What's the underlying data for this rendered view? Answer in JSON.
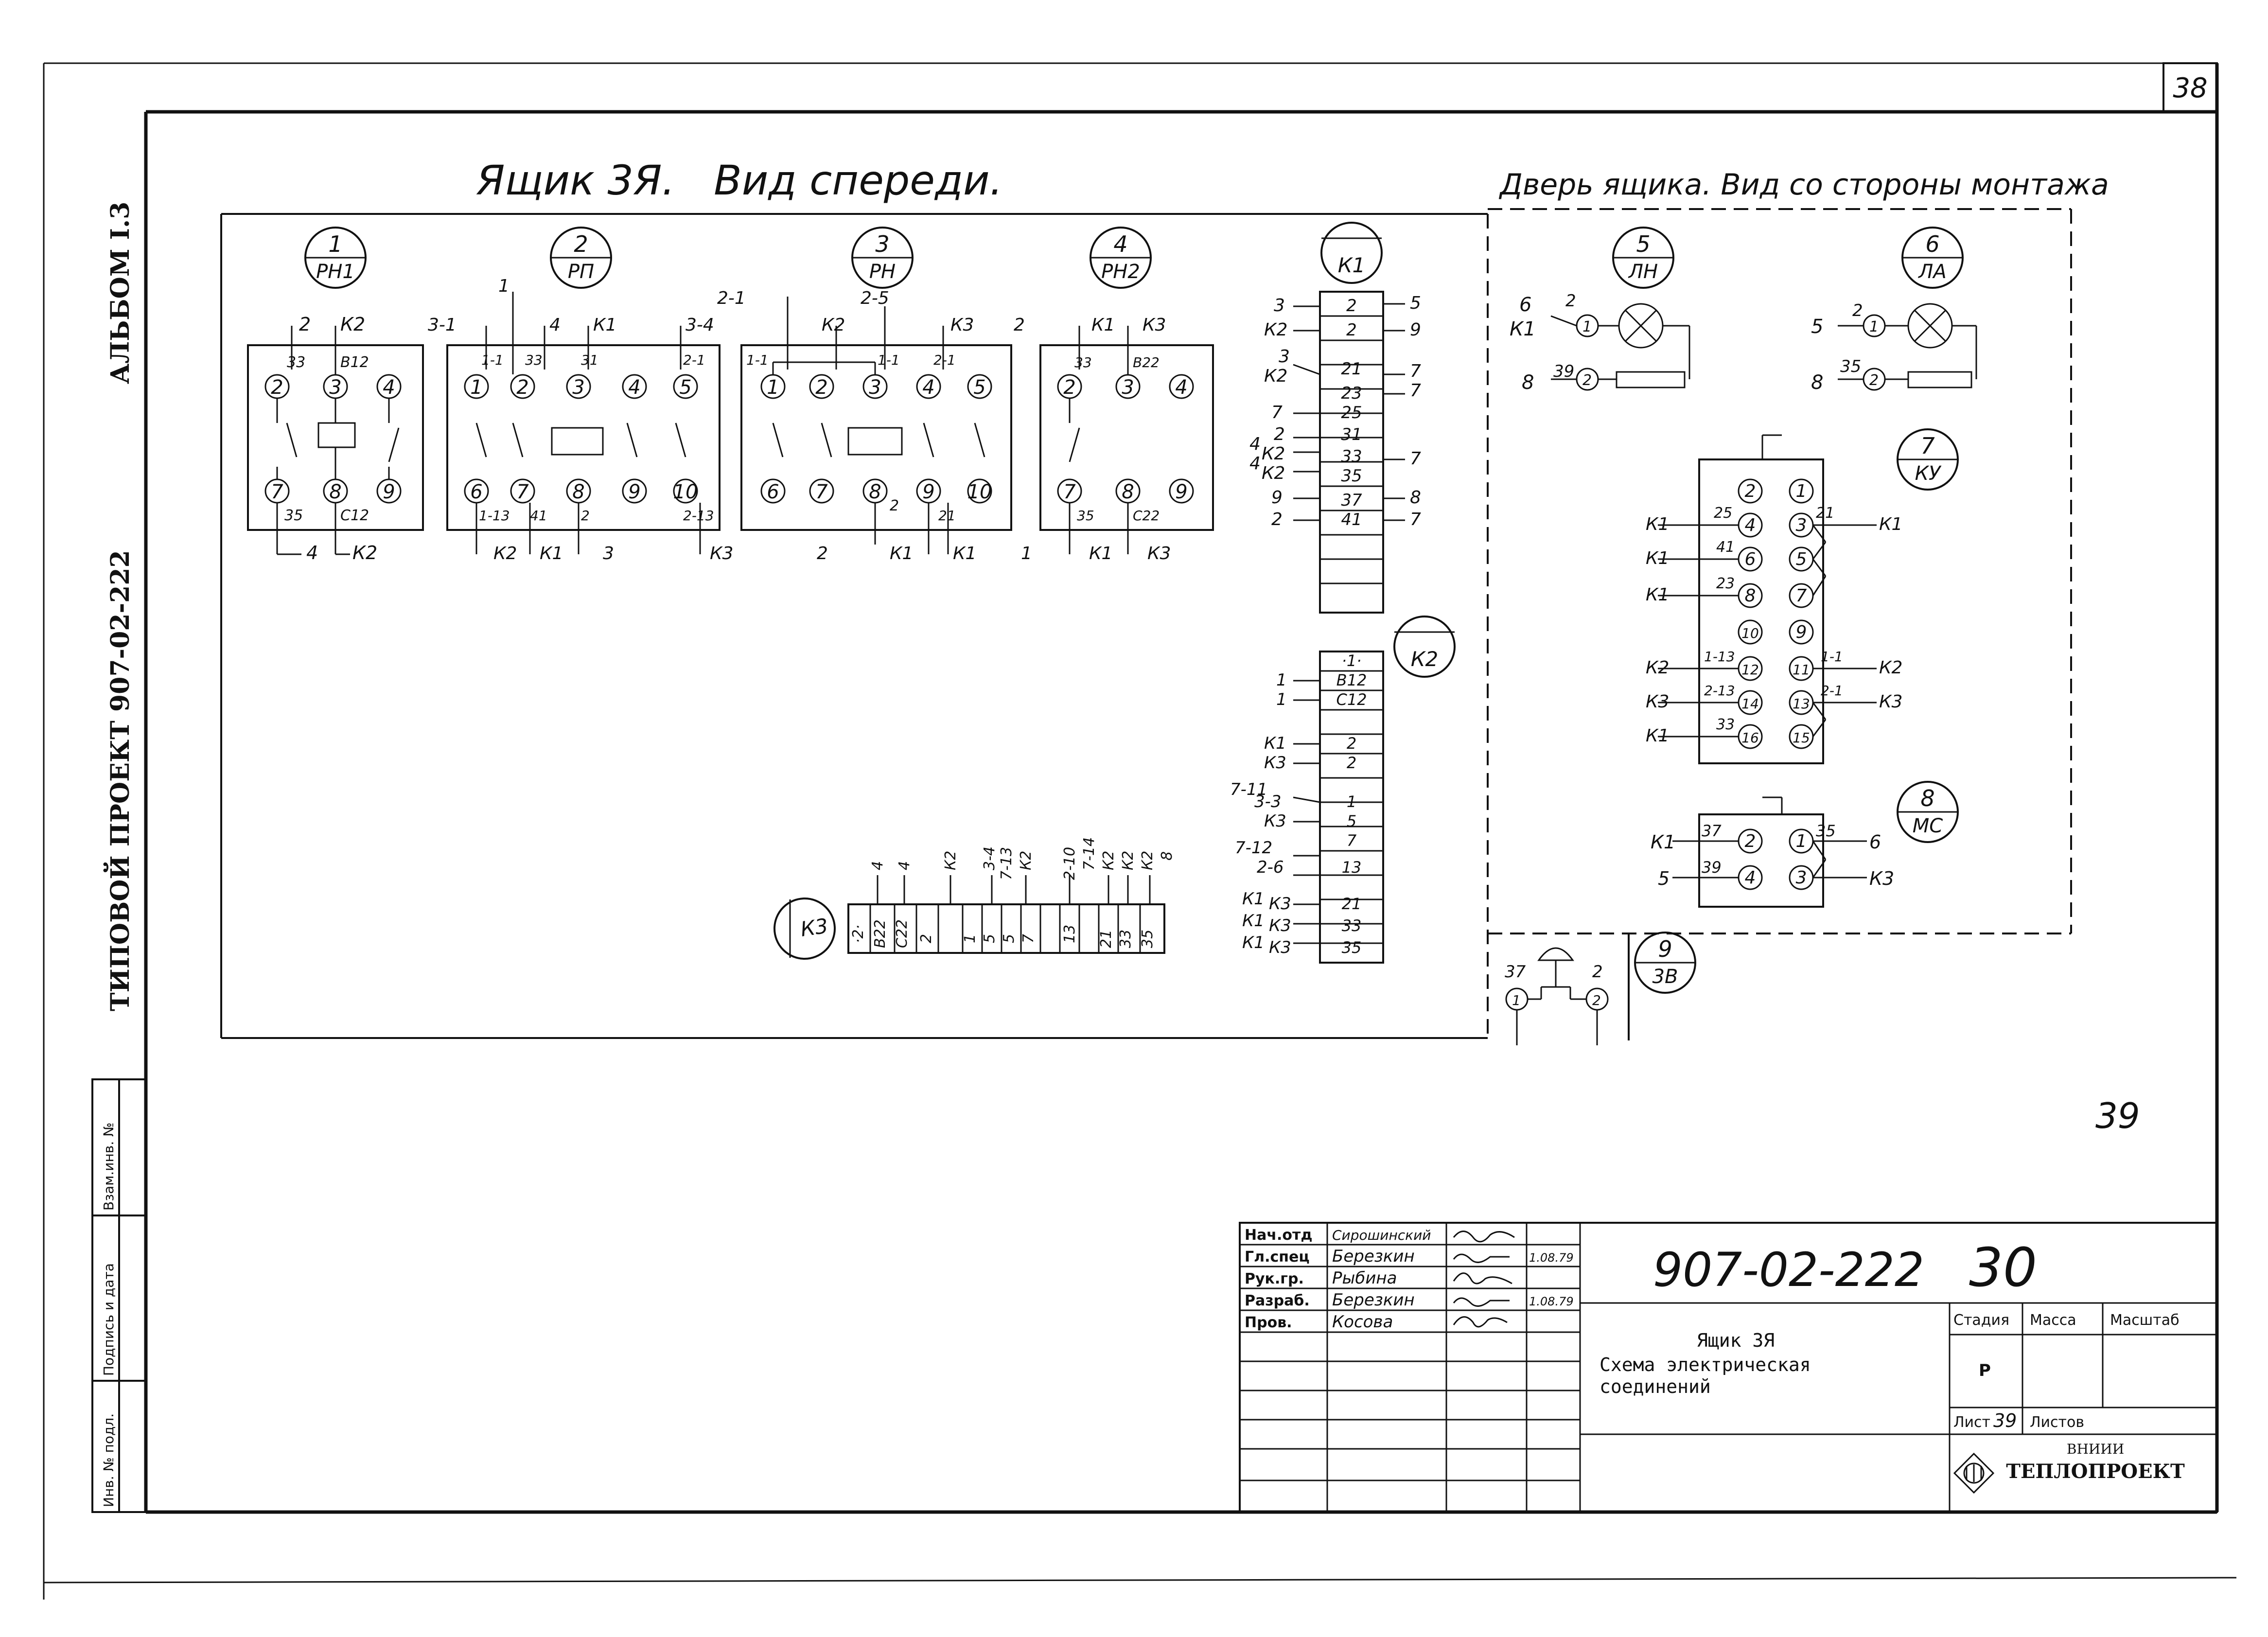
{
  "sheet": {
    "corner_number": "38",
    "page_number_handwritten": "39"
  },
  "side_strip": {
    "album": "АЛЬБОМ I.3",
    "project": "ТИПОВОЙ ПРОЕКТ 907-02-222",
    "stamp_cells": [
      "Инв. № подл.",
      "Подпись и дата",
      "Взам.инв. №"
    ]
  },
  "headings": {
    "front_view": "Ящик 3Я.   Вид спереди.",
    "door_view": "Дверь ящика. Вид со стороны монтажа"
  },
  "devices": {
    "d1": {
      "num": "1",
      "code": "РН1"
    },
    "d2": {
      "num": "2",
      "code": "РП"
    },
    "d3": {
      "num": "3",
      "code": "РН"
    },
    "d4": {
      "num": "4",
      "code": "РН2"
    },
    "k1": {
      "code": "К1"
    },
    "k2": {
      "code": "К2"
    },
    "k3": {
      "code": "К3"
    },
    "d5": {
      "num": "5",
      "code": "ЛН"
    },
    "d6": {
      "num": "6",
      "code": "ЛА"
    },
    "d7": {
      "num": "7",
      "code": "КУ"
    },
    "d8": {
      "num": "8",
      "code": "МС"
    },
    "d9": {
      "num": "9",
      "code": "3В"
    }
  },
  "title_block": {
    "roles": [
      "Нач.отд",
      "Гл.спец",
      "Рук.гр.",
      "Разраб.",
      "Пров."
    ],
    "names": [
      "Сирошинский",
      "Березкин",
      "Рыбина",
      "Березкин",
      "Косова"
    ],
    "dates": [
      "",
      "1.08.79",
      "",
      "1.08.79",
      ""
    ],
    "doc_number": "907-02-222",
    "doc_sheet": "30",
    "object_title": "Ящик 3Я",
    "drawing_title_1": "Схема электрическая",
    "drawing_title_2": "соединений",
    "col_stage": "Стадия",
    "col_mass": "Масса",
    "col_scale": "Масштаб",
    "stage_value": "Р",
    "sheet_label": "Лист",
    "sheet_value": "39",
    "sheets_label": "Листов",
    "org_line1": "ВНИИИ",
    "org_line2": "ТЕПЛОПРОЕКТ"
  }
}
